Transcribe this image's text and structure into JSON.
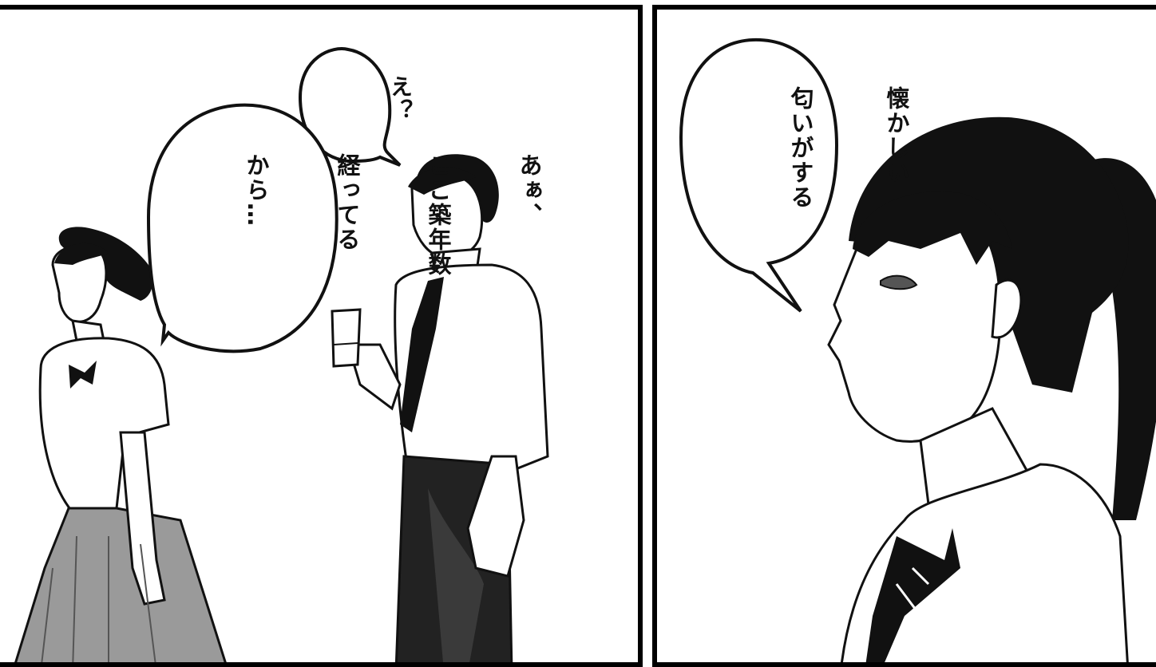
{
  "panels": [
    {
      "bubbles": {
        "small": {
          "line1": "え？"
        },
        "large": {
          "line1": "あぁ、",
          "line2": "ここ築年数",
          "line3": "経ってる",
          "line4": "から…"
        }
      }
    },
    {
      "bubbles": {
        "main": {
          "line1": "懐かしい",
          "line2": "匂いがする"
        }
      }
    }
  ],
  "colors": {
    "ink": "#111111",
    "paper": "#ffffff",
    "screentone": "#9a9a9a",
    "dark_tone": "#3a3a3a"
  }
}
